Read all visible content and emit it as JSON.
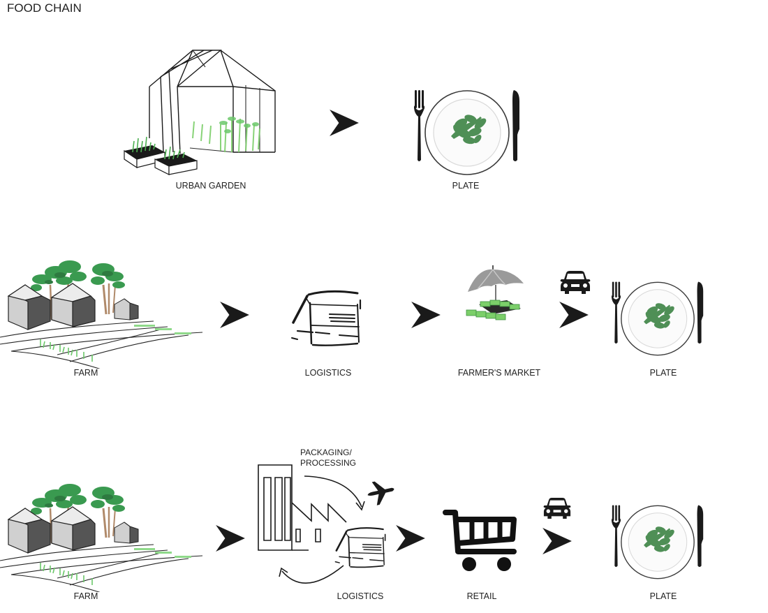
{
  "title": "FOOD CHAIN",
  "colors": {
    "ink": "#1a1a1a",
    "plant_green": "#3f8f4a",
    "light_green": "#7ccf6a",
    "herb_green": "#4f8f56",
    "house_light": "#cfcfcf",
    "house_dark": "#555555",
    "tree_green": "#3a9a50",
    "umbrella_grey": "#9a9a9a"
  },
  "rows": [
    {
      "id": "urban",
      "stages": [
        {
          "icon": "greenhouse-icon",
          "label": "URBAN GARDEN"
        },
        {
          "icon": "plate-icon",
          "label": "PLATE"
        }
      ]
    },
    {
      "id": "farmers-market",
      "stages": [
        {
          "icon": "farm-icon",
          "label": "FARM"
        },
        {
          "icon": "truck-icon",
          "label": "LOGISTICS"
        },
        {
          "icon": "market-stall-icon",
          "label": "FARMER'S MARKET"
        },
        {
          "icon": "plate-icon",
          "label": "PLATE"
        }
      ],
      "transport_icons": [
        "car-icon"
      ]
    },
    {
      "id": "industrial",
      "stages": [
        {
          "icon": "farm-icon",
          "label": "FARM"
        },
        {
          "icon": "factory-icon",
          "label": "PACKAGING/\nPROCESSING"
        },
        {
          "icon": "truck-icon",
          "label": "LOGISTICS"
        },
        {
          "icon": "shopping-cart-icon",
          "label": "RETAIL"
        },
        {
          "icon": "plate-icon",
          "label": "PLATE"
        }
      ],
      "transport_icons": [
        "airplane-icon",
        "car-icon"
      ]
    }
  ],
  "labels": {
    "urban_garden": "URBAN GARDEN",
    "plate": "PLATE",
    "farm": "FARM",
    "logistics": "LOGISTICS",
    "farmers_market": "FARMER'S MARKET",
    "packaging_line1": "PACKAGING/",
    "packaging_line2": "PROCESSING",
    "retail": "RETAIL"
  }
}
